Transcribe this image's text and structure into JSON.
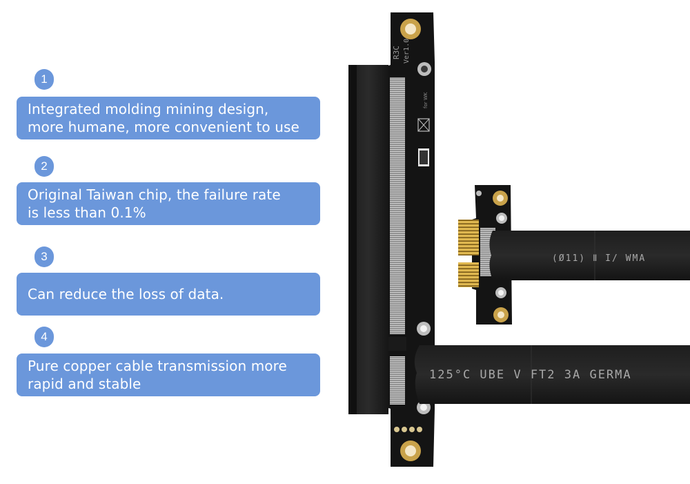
{
  "colors": {
    "box_fill": "#6b97db",
    "badge_fill": "#6b97db",
    "pcb": "#141414",
    "gold": "#c9a24a"
  },
  "features": [
    {
      "number": "1",
      "text": "Integrated molding mining design,\nmore humane, more convenient to use"
    },
    {
      "number": "2",
      "text": "Original Taiwan chip, the failure rate\nis less than 0.1%"
    },
    {
      "number": "3",
      "text": "Can reduce the loss of data."
    },
    {
      "number": "4",
      "text": "Pure copper cable transmission more\nrapid and stable"
    }
  ],
  "product": {
    "board_label_1": "R3C",
    "board_label_2": "Ver1.0",
    "small_label": "for WK",
    "cable_upper_text": "(Ø11)   Ⅱ I/   WMA",
    "cable_lower_text": "125°C   UBE  V   FT2   3A   GERMA"
  }
}
